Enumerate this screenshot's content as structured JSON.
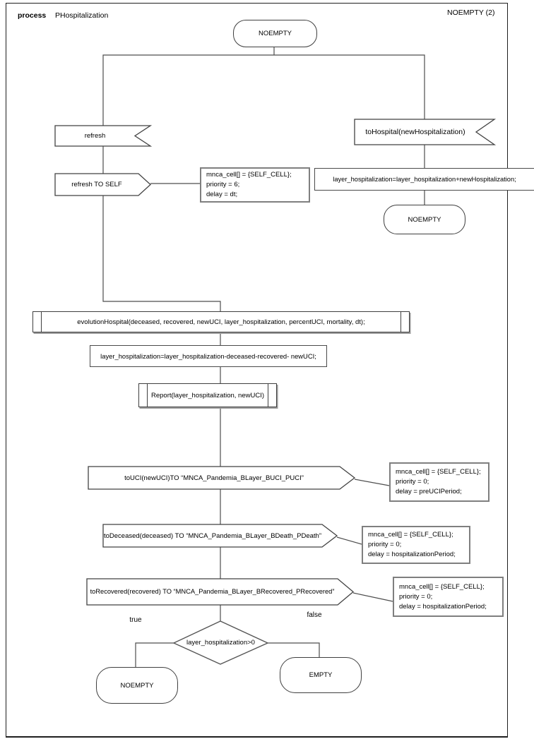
{
  "header": {
    "kind_label": "process",
    "process_name": "PHospitalization",
    "page_ref": "NOEMPTY (2)"
  },
  "colors": {
    "line": "#4d4d4d",
    "shape_stroke": "#424242",
    "note_border": "#7f7f7f",
    "shadow": "#9a9a9a"
  },
  "nodes": {
    "start_state": "NOEMPTY",
    "refresh_receive": "refresh",
    "refresh_send": "refresh TO SELF",
    "refresh_note": {
      "line1": "mnca_cell[] = {SELF_CELL};",
      "line2": "priority = 6;",
      "line3": "delay = dt;"
    },
    "tohospital_receive": "toHospital(newHospitalization)",
    "hospitalization_add": "layer_hospitalization=layer_hospitalization+newHospitalization;",
    "right_state": "NOEMPTY",
    "evolution_call": "evolutionHospital(deceased, recovered, newUCI, layer_hospitalization, percentUCI, mortality, dt);",
    "hospitalization_subtract": "layer_hospitalization=layer_hospitalization-deceased-recovered- newUCI;",
    "report_call": "Report(layer_hospitalization, newUCI)",
    "touci_send": "toUCI(newUCI)TO “MNCA_Pandemia_BLayer_BUCI_PUCI”",
    "touci_note": {
      "line1": "mnca_cell[] = {SELF_CELL};",
      "line2": "priority = 0;",
      "line3": "delay = preUCIPeriod;"
    },
    "todeceased_send": "toDeceased(deceased) TO “MNCA_Pandemia_BLayer_BDeath_PDeath”",
    "todeceased_note": {
      "line1": "mnca_cell[] = {SELF_CELL};",
      "line2": "priority = 0;",
      "line3": "delay = hospitalizationPeriod;"
    },
    "torecovered_send": "toRecovered(recovered) TO “MNCA_Pandemia_BLayer_BRecovered_PRecovered”",
    "torecovered_note": {
      "line1": "mnca_cell[] = {SELF_CELL};",
      "line2": "priority = 0;",
      "line3": "delay = hospitalizationPeriod;"
    },
    "decision": "layer_hospitalization>0",
    "branch_true": "true",
    "branch_false": "false",
    "true_state": "NOEMPTY",
    "false_state": "EMPTY"
  }
}
